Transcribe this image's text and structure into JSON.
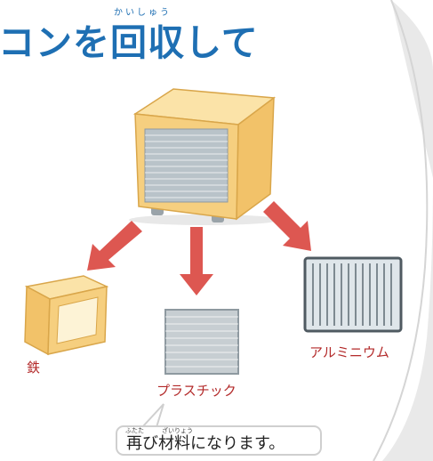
{
  "title": {
    "text": "コンを回収して",
    "ruby": "かいしゅう"
  },
  "materials": [
    {
      "label": "鉄"
    },
    {
      "label": "プラスチック"
    },
    {
      "label": "アルミニウム"
    }
  ],
  "bubble": {
    "text": "再び材料になります。",
    "ruby_futata": "ふたた",
    "ruby_zairyou": "ざいりょう"
  },
  "icons": [
    "aircon-outdoor-unit-icon",
    "arrow-down-icon",
    "iron-frame-icon",
    "plastic-grille-icon",
    "aluminum-fin-icon"
  ],
  "colors": {
    "title": "#1e6fb3",
    "arrow": "#d9534f",
    "label": "#b32a2a",
    "unit_body": "#f5cf7a"
  }
}
